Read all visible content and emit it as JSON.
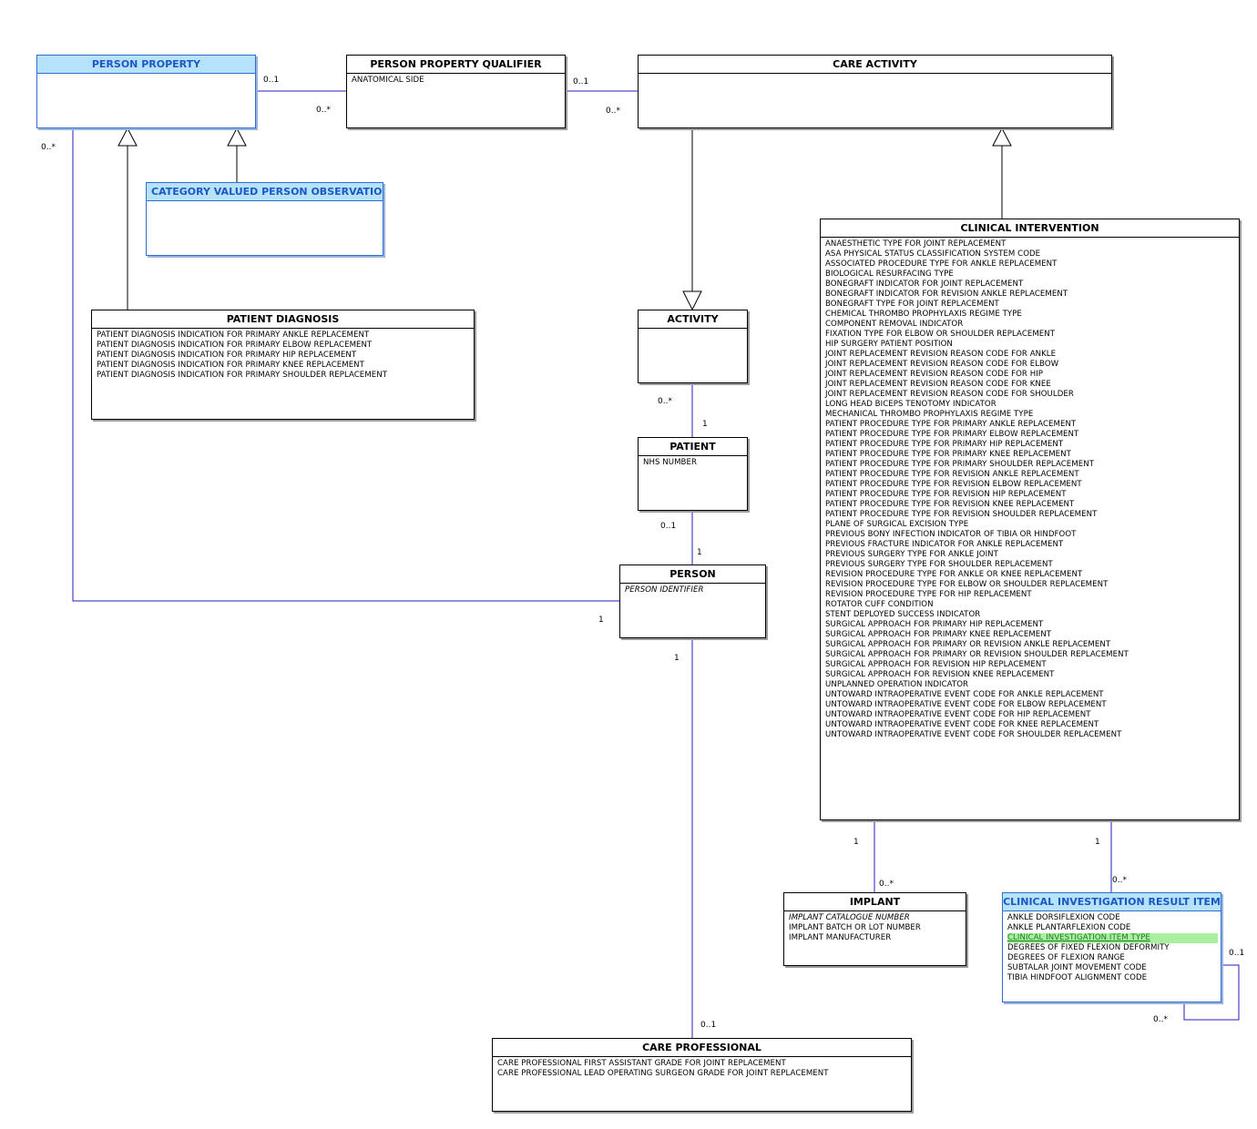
{
  "entities": {
    "person_property": {
      "title": "PERSON PROPERTY",
      "attributes": []
    },
    "person_property_qualifier": {
      "title": "PERSON PROPERTY QUALIFIER",
      "attributes": [
        "ANATOMICAL SIDE"
      ]
    },
    "care_activity": {
      "title": "CARE ACTIVITY",
      "attributes": []
    },
    "category_valued_person_observation": {
      "title": "CATEGORY VALUED PERSON OBSERVATION",
      "attributes": []
    },
    "patient_diagnosis": {
      "title": "PATIENT DIAGNOSIS",
      "attributes": [
        "PATIENT DIAGNOSIS INDICATION FOR PRIMARY ANKLE REPLACEMENT",
        "PATIENT DIAGNOSIS INDICATION FOR PRIMARY ELBOW REPLACEMENT",
        "PATIENT DIAGNOSIS INDICATION FOR PRIMARY HIP REPLACEMENT",
        "PATIENT DIAGNOSIS INDICATION FOR PRIMARY KNEE REPLACEMENT",
        "PATIENT DIAGNOSIS INDICATION FOR PRIMARY SHOULDER REPLACEMENT"
      ]
    },
    "activity": {
      "title": "ACTIVITY",
      "attributes": []
    },
    "patient": {
      "title": "PATIENT",
      "attributes": [
        "NHS NUMBER"
      ]
    },
    "person": {
      "title": "PERSON",
      "attributes": [
        "PERSON IDENTIFIER"
      ]
    },
    "clinical_intervention": {
      "title": "CLINICAL INTERVENTION",
      "attributes": [
        "ANAESTHETIC TYPE FOR JOINT REPLACEMENT",
        "ASA PHYSICAL STATUS CLASSIFICATION SYSTEM CODE",
        "ASSOCIATED PROCEDURE TYPE FOR ANKLE REPLACEMENT",
        "BIOLOGICAL RESURFACING TYPE",
        "BONEGRAFT INDICATOR FOR JOINT REPLACEMENT",
        "BONEGRAFT INDICATOR FOR REVISION ANKLE REPLACEMENT",
        "BONEGRAFT TYPE FOR JOINT REPLACEMENT",
        "CHEMICAL THROMBO PROPHYLAXIS REGIME TYPE",
        "COMPONENT REMOVAL INDICATOR",
        "FIXATION TYPE FOR ELBOW OR SHOULDER REPLACEMENT",
        "HIP SURGERY PATIENT POSITION",
        "JOINT REPLACEMENT REVISION REASON CODE FOR ANKLE",
        "JOINT REPLACEMENT REVISION REASON CODE FOR ELBOW",
        "JOINT REPLACEMENT REVISION REASON CODE FOR HIP",
        "JOINT REPLACEMENT REVISION REASON CODE FOR KNEE",
        "JOINT REPLACEMENT REVISION REASON CODE FOR SHOULDER",
        "LONG HEAD BICEPS TENOTOMY INDICATOR",
        "MECHANICAL THROMBO PROPHYLAXIS REGIME TYPE",
        "PATIENT PROCEDURE TYPE FOR PRIMARY ANKLE REPLACEMENT",
        "PATIENT PROCEDURE TYPE FOR PRIMARY ELBOW REPLACEMENT",
        "PATIENT PROCEDURE TYPE FOR PRIMARY HIP REPLACEMENT",
        "PATIENT PROCEDURE TYPE FOR PRIMARY KNEE REPLACEMENT",
        "PATIENT PROCEDURE TYPE FOR PRIMARY SHOULDER REPLACEMENT",
        "PATIENT PROCEDURE TYPE FOR REVISION ANKLE REPLACEMENT",
        "PATIENT PROCEDURE TYPE FOR REVISION ELBOW REPLACEMENT",
        "PATIENT PROCEDURE TYPE FOR REVISION HIP REPLACEMENT",
        "PATIENT PROCEDURE TYPE FOR REVISION KNEE REPLACEMENT",
        "PATIENT PROCEDURE TYPE FOR REVISION SHOULDER REPLACEMENT",
        "PLANE OF SURGICAL EXCISION TYPE",
        "PREVIOUS BONY INFECTION INDICATOR OF TIBIA OR HINDFOOT",
        "PREVIOUS FRACTURE INDICATOR FOR ANKLE REPLACEMENT",
        "PREVIOUS SURGERY TYPE FOR ANKLE JOINT",
        "PREVIOUS SURGERY TYPE FOR SHOULDER REPLACEMENT",
        "REVISION PROCEDURE TYPE FOR ANKLE OR KNEE REPLACEMENT",
        "REVISION PROCEDURE TYPE FOR ELBOW OR SHOULDER REPLACEMENT",
        "REVISION PROCEDURE TYPE FOR HIP REPLACEMENT",
        "ROTATOR CUFF CONDITION",
        "STENT DEPLOYED SUCCESS INDICATOR",
        "SURGICAL APPROACH FOR PRIMARY HIP REPLACEMENT",
        "SURGICAL APPROACH FOR PRIMARY KNEE REPLACEMENT",
        "SURGICAL APPROACH FOR PRIMARY OR REVISION ANKLE REPLACEMENT",
        "SURGICAL APPROACH FOR PRIMARY OR REVISION SHOULDER REPLACEMENT",
        "SURGICAL APPROACH FOR REVISION HIP REPLACEMENT",
        "SURGICAL APPROACH FOR REVISION KNEE REPLACEMENT",
        "UNPLANNED OPERATION INDICATOR",
        "UNTOWARD INTRAOPERATIVE EVENT CODE FOR ANKLE REPLACEMENT",
        "UNTOWARD INTRAOPERATIVE EVENT CODE FOR ELBOW REPLACEMENT",
        "UNTOWARD INTRAOPERATIVE EVENT CODE FOR HIP REPLACEMENT",
        "UNTOWARD INTRAOPERATIVE EVENT CODE FOR KNEE REPLACEMENT",
        "UNTOWARD INTRAOPERATIVE EVENT CODE FOR SHOULDER REPLACEMENT"
      ]
    },
    "implant": {
      "title": "IMPLANT",
      "attributes": [
        "IMPLANT CATALOGUE NUMBER",
        "IMPLANT BATCH OR LOT NUMBER",
        "IMPLANT MANUFACTURER"
      ]
    },
    "clinical_investigation_result_item": {
      "title": "CLINICAL INVESTIGATION RESULT ITEM",
      "attributes": [
        "ANKLE DORSIFLEXION CODE",
        "ANKLE PLANTARFLEXION CODE",
        "CLINICAL INVESTIGATION ITEM TYPE",
        "DEGREES OF FIXED FLEXION DEFORMITY",
        "DEGREES OF FLEXION RANGE",
        "SUBTALAR JOINT MOVEMENT CODE",
        "TIBIA HINDFOOT ALIGNMENT CODE"
      ]
    },
    "care_professional": {
      "title": "CARE PROFESSIONAL",
      "attributes": [
        "CARE PROFESSIONAL FIRST ASSISTANT GRADE FOR JOINT REPLACEMENT",
        "CARE PROFESSIONAL LEAD OPERATING SURGEON GRADE FOR JOINT REPLACEMENT"
      ]
    }
  },
  "multiplicities": {
    "pp_qualifier_pp": "0..1",
    "pp_qualifier_q": "0..*",
    "qualifier_care_q": "0..1",
    "qualifier_care_c": "0..*",
    "pp_person_pp": "0..*",
    "pp_person_person": "1",
    "activity_patient_a": "0..*",
    "activity_patient_p": "1",
    "patient_person_p": "0..1",
    "patient_person_person": "1",
    "person_careprof_person": "1",
    "person_careprof_cp": "0..1",
    "ci_implant_ci": "1",
    "ci_implant_i": "0..*",
    "ci_cir_ci": "1",
    "ci_cir_r": "0..*",
    "cir_self_top": "0..1",
    "cir_self_bottom": "0..*"
  },
  "colors": {
    "association_line": "#1f1fb8",
    "generalization_line": "#000000",
    "highlight_bg": "#a8f0a0",
    "blue_header_bg": "#b7e2fb"
  }
}
